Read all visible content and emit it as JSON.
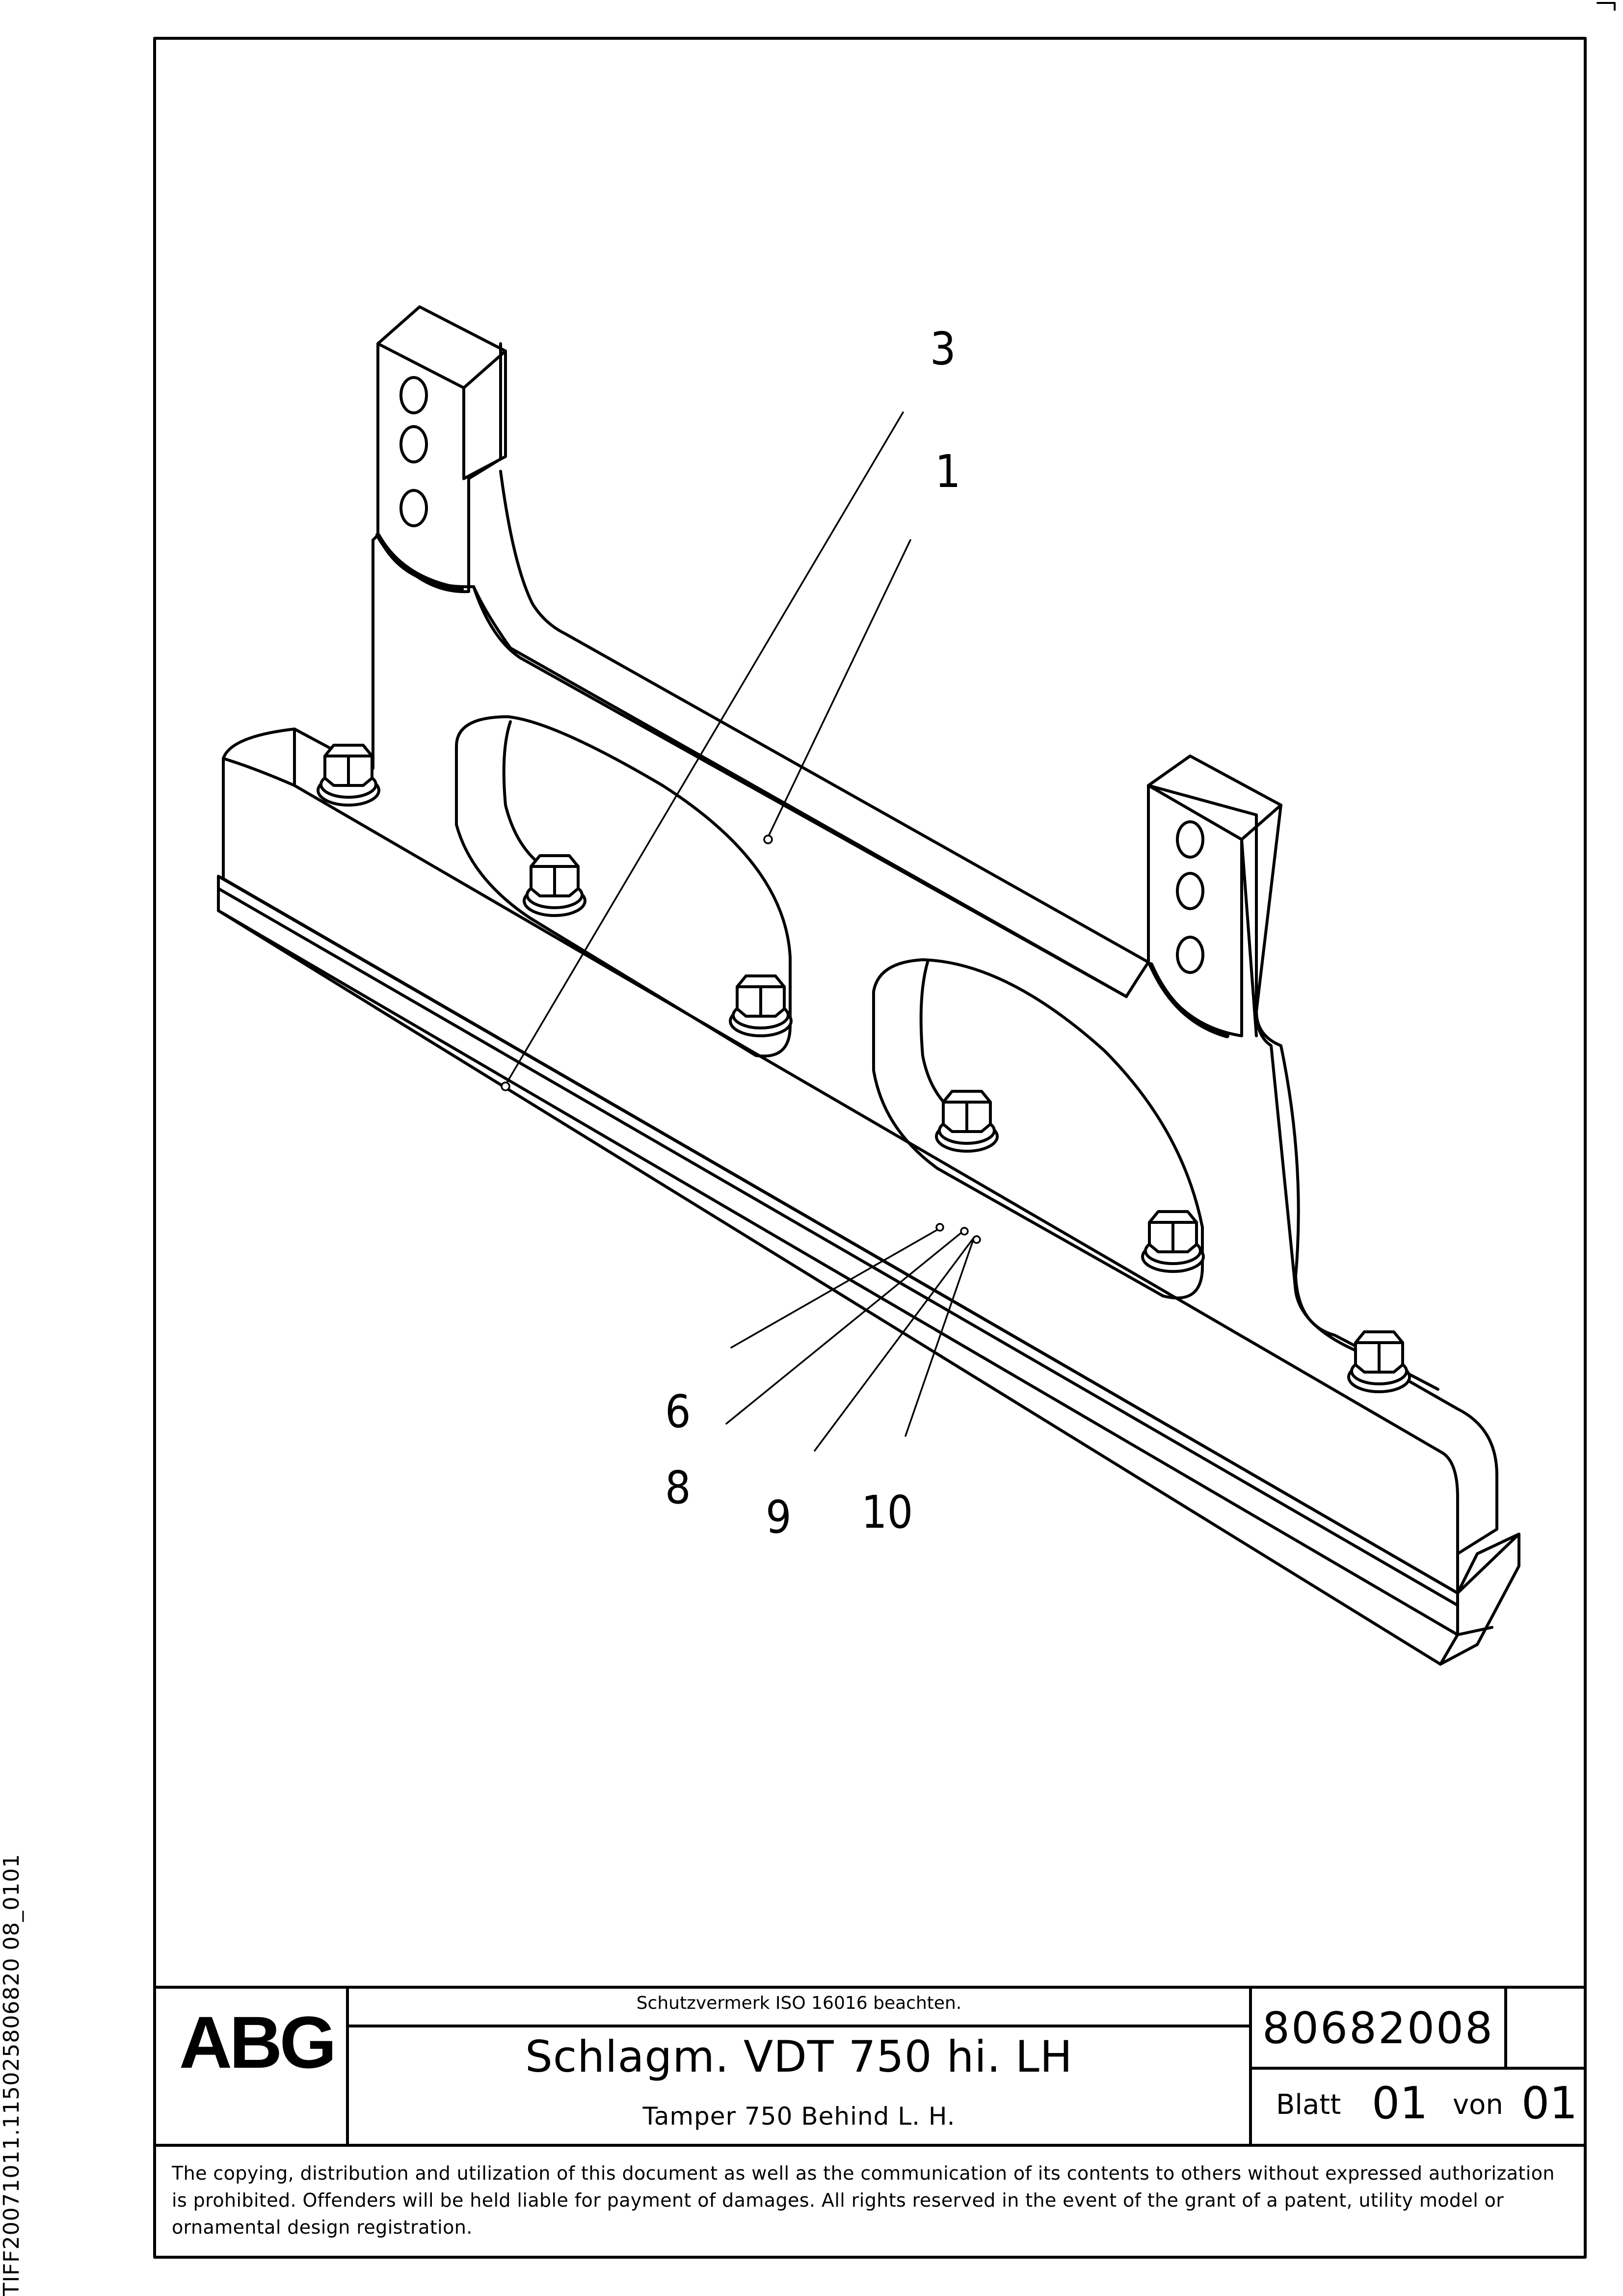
{
  "side_id": "TIFF20071011.115025806820 08_0101",
  "callouts": {
    "c3": "3",
    "c1": "1",
    "c6": "6",
    "c8": "8",
    "c9": "9",
    "c10": "10"
  },
  "title_block": {
    "logo": "ABG",
    "protection_note": "Schutzvermerk ISO 16016 beachten.",
    "title_de": "Schlagm. VDT 750 hi. LH",
    "title_en": "Tamper 750 Behind L. H.",
    "drawing_number": "80682008",
    "sheet_label": "Blatt",
    "sheet_no": "01",
    "of_label": "von",
    "sheet_total": "01"
  },
  "copyright": "The copying, distribution and utilization of this document as well as the communication of its contents to others without expressed authorization is prohibited. Offenders will be held liable for payment of damages. All rights reserved in the event of the grant of a patent, utility model or ornamental design registration."
}
